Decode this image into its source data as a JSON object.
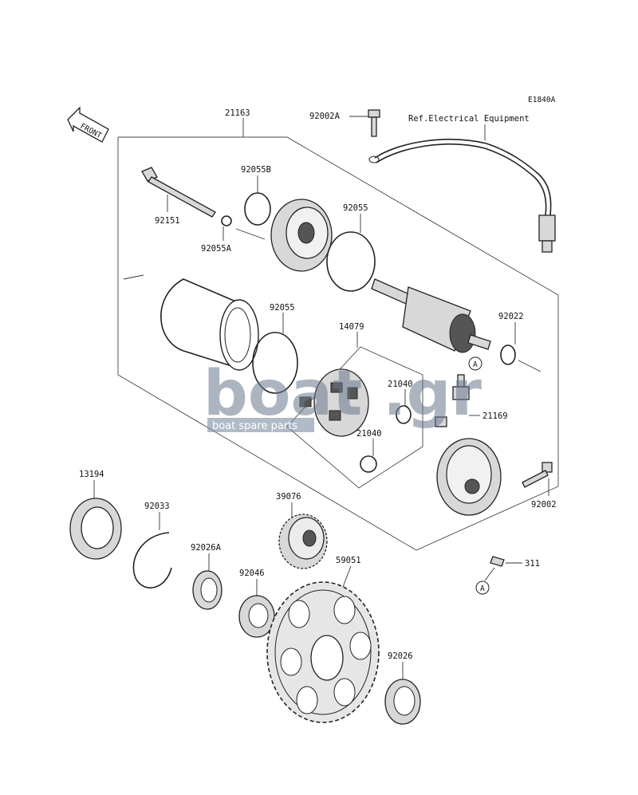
{
  "diagram_code": "E1840A",
  "front_label": "FRONT",
  "ref_text": "Ref.Electrical Equipment",
  "ref_marker": "A",
  "watermark": {
    "logo": "boat",
    "tld": ".gr",
    "tagline": "boat spare parts"
  },
  "part_labels": {
    "p21163": "21163",
    "p92002A": "92002A",
    "p92055B": "92055B",
    "p92151": "92151",
    "p92055A": "92055A",
    "p92055_top": "92055",
    "p92055_mid": "92055",
    "p14079": "14079",
    "p92022": "92022",
    "p21040_a": "21040",
    "p21040_b": "21040",
    "p21169": "21169",
    "p92002": "92002",
    "p13194": "13194",
    "p92033": "92033",
    "p39076": "39076",
    "p92026A": "92026A",
    "p92046": "92046",
    "p59051": "59051",
    "p311": "311",
    "p92026": "92026"
  }
}
